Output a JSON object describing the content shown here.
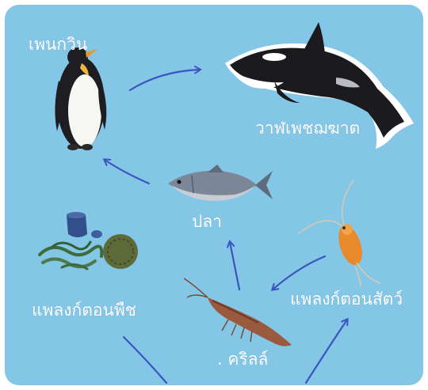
{
  "labels": {
    "penguin": "เพนกวิน",
    "orca": "วาฬเพชฌฆาต",
    "fish": "ปลา",
    "zooplankton": "แพลงก์ตอนสัตว์",
    "phytoplankton": "แพลงก์ตอนพืช",
    "krill": ". คริลล์"
  },
  "colors": {
    "background": "#84c6e6",
    "label_text": "#ffffff",
    "arrow_ink": "#3b55c0"
  }
}
